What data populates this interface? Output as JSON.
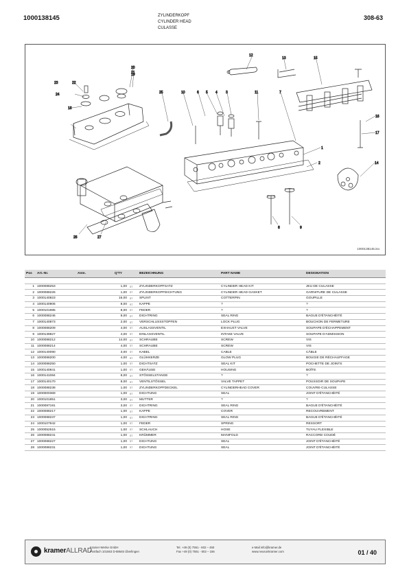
{
  "header": {
    "doc_number": "1000138145",
    "title_de": "ZYLINDERKOPF",
    "title_en": "CYLINDER HEAD",
    "title_fr": "CULASSE",
    "ref_code": "308-63"
  },
  "figure": {
    "code": "1000138145.iso",
    "callouts": [
      "1",
      "2",
      "3",
      "4",
      "5",
      "6",
      "7",
      "8",
      "9",
      "10",
      "11",
      "12",
      "13",
      "14",
      "15",
      "16",
      "17",
      "18",
      "19",
      "20",
      "21",
      "22",
      "23",
      "24",
      "25",
      "26",
      "27"
    ]
  },
  "table": {
    "headers": {
      "pos": "Pos",
      "art": "Art.-Nr.",
      "anm": "Anm.",
      "qty": "Q'TY",
      "bez": "BEZEICHNUNG",
      "pn": "PART NAME",
      "des": "DESIGNATION"
    },
    "rows": [
      {
        "pos": "1",
        "art": "1000088253",
        "qty": "1,00",
        "unit": "ST",
        "bez": "ZYLINDERKOPFSATZ",
        "pn": "CYLINDER HEAD KIT",
        "des": "JEU DE CULASSE"
      },
      {
        "pos": "2",
        "art": "1000088226",
        "qty": "1,00",
        "unit": "ST",
        "bez": "ZYLINDERKOPFDICHTUNG",
        "pn": "CYLINDER HEAD GASKET",
        "des": "GARNITURE DE CULASSE"
      },
      {
        "pos": "3",
        "art": "1000140823",
        "qty": "16,00",
        "unit": "ST",
        "bez": "SPLINT",
        "pn": "COTTERPIN",
        "des": "GOUPILLE"
      },
      {
        "pos": "4",
        "art": "1000140906",
        "qty": "8,00",
        "unit": "ST",
        "bez": "KAPPE",
        "pn": "?",
        "des": "?"
      },
      {
        "pos": "5",
        "art": "1000101985",
        "qty": "8,00",
        "unit": "ST",
        "bez": "FEDER",
        "pn": "?",
        "des": "?"
      },
      {
        "pos": "6",
        "art": "1000088246",
        "qty": "8,00",
        "unit": "ST",
        "bez": "DICHTRING",
        "pn": "SEAL RING",
        "des": "BAGUE D'ÉTANCHÉITÉ"
      },
      {
        "pos": "7",
        "art": "1000140873",
        "qty": "2,00",
        "unit": "ST",
        "bez": "VERSCHLUSSSTOPFEN",
        "pn": "LOCK PLUG",
        "des": "BOUCHON DE FERMETURE"
      },
      {
        "pos": "8",
        "art": "1000088209",
        "qty": "4,00",
        "unit": "ST",
        "bez": "AUSLASSVENTIL",
        "pn": "EXHAUST VALVE",
        "des": "SOUPAPE D'ÉCHAPPEMENT"
      },
      {
        "pos": "9",
        "art": "1000139827",
        "qty": "4,00",
        "unit": "ST",
        "bez": "EINLASSVENTIL",
        "pn": "INTAKE VALVE",
        "des": "SOUPAPE D'ADMISSION"
      },
      {
        "pos": "10",
        "art": "1000088212",
        "qty": "14,00",
        "unit": "ST",
        "bez": "SCHRAUBE",
        "pn": "SCREW",
        "des": "VIS"
      },
      {
        "pos": "11",
        "art": "1000088214",
        "qty": "4,00",
        "unit": "ST",
        "bez": "SCHRAUBE",
        "pn": "SCREW",
        "des": "VIS"
      },
      {
        "pos": "12",
        "art": "1000140090",
        "qty": "3,00",
        "unit": "ST",
        "bez": "KABEL",
        "pn": "CABLE",
        "des": "CÂBLE"
      },
      {
        "pos": "13",
        "art": "1000088200",
        "qty": "4,00",
        "unit": "ST",
        "bez": "GLÜHKERZE",
        "pn": "GLOW PLUG",
        "des": "BOUGIE DE RÉCHAUFFAGE"
      },
      {
        "pos": "14",
        "art": "1000088250",
        "qty": "1,00",
        "unit": "ST",
        "bez": "DICHTSATZ",
        "pn": "SEAL KIT",
        "des": "POCHETTE DE JOINTS"
      },
      {
        "pos": "15",
        "art": "1000140841",
        "qty": "1,00",
        "unit": "ST",
        "bez": "GEHÄUSE",
        "pn": "HOUSING",
        "des": "BOÎTE"
      },
      {
        "pos": "16",
        "art": "1000141084",
        "qty": "8,00",
        "unit": "ST",
        "bez": "STÖSSELSTANGE",
        "pn": "?",
        "des": "?"
      },
      {
        "pos": "17",
        "art": "1000140170",
        "qty": "8,00",
        "unit": "ST",
        "bez": "VENTILSTÖSSEL",
        "pn": "VALVE TAPPET",
        "des": "POUSSOIR DE SOUPAPE"
      },
      {
        "pos": "18",
        "art": "1000088238",
        "qty": "1,00",
        "unit": "ST",
        "bez": "ZYLINDERKOPFDECKEL",
        "pn": "CYLINDERHEAD COVER",
        "des": "COUVRE-CULASSE"
      },
      {
        "pos": "19",
        "art": "1000000369",
        "qty": "1,00",
        "unit": "ST",
        "bez": "DICHTUNG",
        "pn": "SEAL",
        "des": "JOINT D'ÉTANCHÉITÉ"
      },
      {
        "pos": "20",
        "art": "1000101851",
        "qty": "3,00",
        "unit": "ST",
        "bez": "MUTTER",
        "pn": "?",
        "des": "?"
      },
      {
        "pos": "21",
        "art": "1000087191",
        "qty": "3,00",
        "unit": "ST",
        "bez": "DICHTRING",
        "pn": "SEAL RING",
        "des": "BAGUE D'ÉTANCHÉITÉ"
      },
      {
        "pos": "22",
        "art": "1000088217",
        "qty": "1,00",
        "unit": "ST",
        "bez": "KAPPE",
        "pn": "COVER",
        "des": "RECOUVREMENT"
      },
      {
        "pos": "23",
        "art": "1000088237",
        "qty": "1,00",
        "unit": "ST",
        "bez": "DICHTRING",
        "pn": "SEAL RING",
        "des": "BAGUE D'ÉTANCHÉITÉ"
      },
      {
        "pos": "24",
        "art": "1000107942",
        "qty": "1,00",
        "unit": "ST",
        "bez": "FEDER",
        "pn": "SPRING",
        "des": "RESSORT"
      },
      {
        "pos": "25",
        "art": "1000052515",
        "qty": "1,00",
        "unit": "ST",
        "bez": "SCHLAUCH",
        "pn": "HOSE",
        "des": "TUYAU FLEXIBLE"
      },
      {
        "pos": "26",
        "art": "1000088241",
        "qty": "1,00",
        "unit": "ST",
        "bez": "KRÜMMER",
        "pn": "MANIFOLD",
        "des": "RACCORD COUDÉ"
      },
      {
        "pos": "27",
        "art": "1000088227",
        "qty": "1,00",
        "unit": "ST",
        "bez": "DICHTUNG",
        "pn": "SEAL",
        "des": "JOINT D'ÉTANCHÉITÉ"
      },
      {
        "pos": "28",
        "art": "1000088231",
        "qty": "1,00",
        "unit": "ST",
        "bez": "DICHTUNG",
        "pn": "SEAL",
        "des": "JOINT D'ÉTANCHÉITÉ"
      }
    ]
  },
  "footer": {
    "brand_main": "kramer",
    "brand_sub": "ALLRAD",
    "company": "Kramer-Werke GmbH",
    "address": "Postfach 101563 D-88645 Überlingen",
    "tel": "Tel. +49 (0) 7551 - 602 – 450",
    "fax": "Fax +49 (0) 7551 - 602 – 156",
    "email": "e-Mail info@kramer.de",
    "web": "www.neusonkramer.com",
    "page": "01 / 40"
  }
}
